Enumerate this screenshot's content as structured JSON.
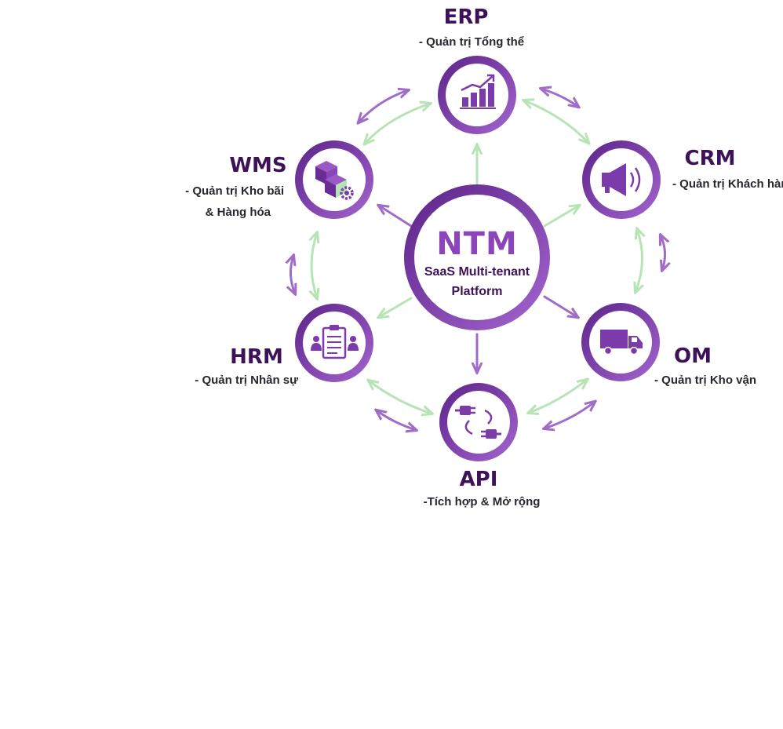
{
  "colors": {
    "purple_dark": "#6a2c97",
    "purple_light": "#9b59c4",
    "arrow_purple": "#a06cc8",
    "arrow_green": "#b7e4b6",
    "title_text": "#3d1259",
    "desc_text": "#2a2630"
  },
  "center": {
    "title": "NTM",
    "subtitle_line1": "SaaS Multi-tenant",
    "subtitle_line2": "Platform"
  },
  "modules": [
    {
      "id": "erp",
      "title": "ERP",
      "desc_line1": "- Quản trị Tổng thể",
      "desc_line2": "",
      "icon": "bar-chart-growth-icon"
    },
    {
      "id": "crm",
      "title": "CRM",
      "desc_line1": "- Quản trị Khách hàng",
      "desc_line2": "",
      "icon": "megaphone-icon"
    },
    {
      "id": "om",
      "title": "OM",
      "desc_line1": "- Quản trị Kho vận",
      "desc_line2": "",
      "icon": "delivery-truck-icon"
    },
    {
      "id": "api",
      "title": "API",
      "desc_line1": "-Tích hợp & Mở rộng",
      "desc_line2": "",
      "icon": "plug-connector-icon"
    },
    {
      "id": "hrm",
      "title": "HRM",
      "desc_line1": "- Quản trị Nhân sự",
      "desc_line2": "",
      "icon": "clipboard-people-icon"
    },
    {
      "id": "wms",
      "title": "WMS",
      "desc_line1": "- Quản trị Kho bãi",
      "desc_line2": "& Hàng hóa",
      "icon": "boxes-gear-icon"
    }
  ]
}
